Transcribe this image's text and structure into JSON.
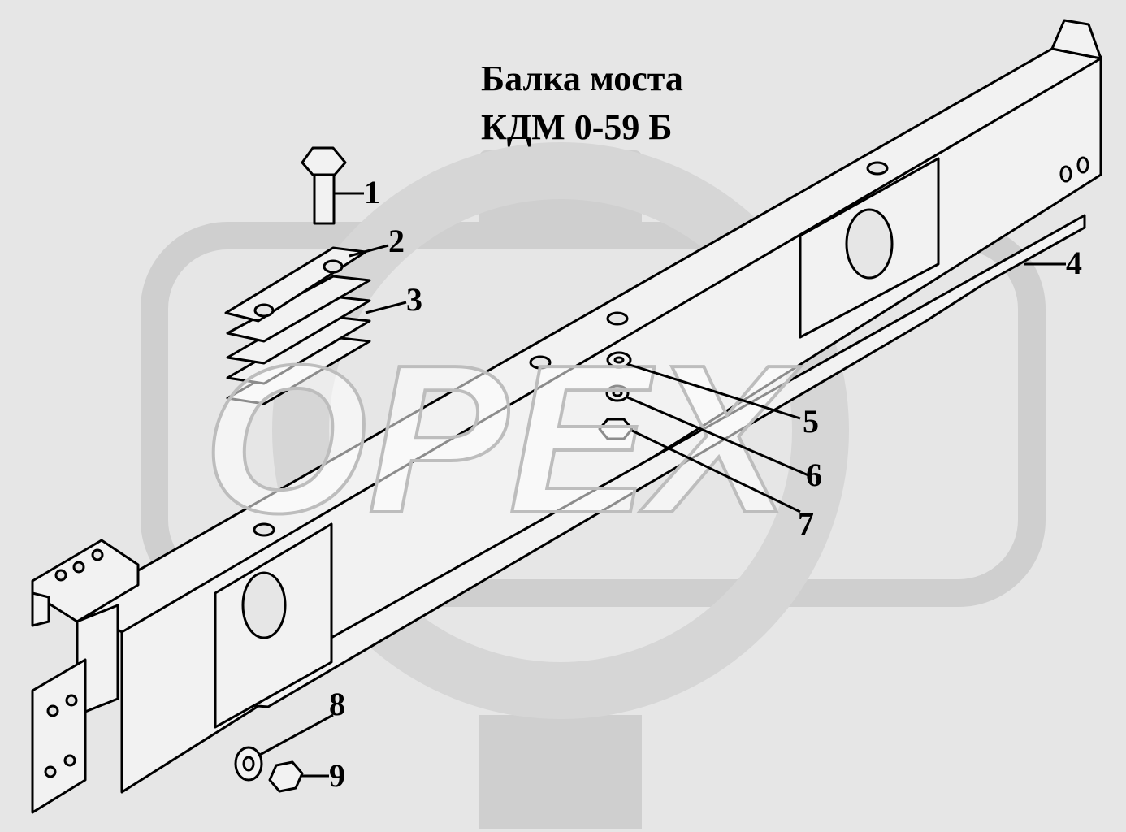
{
  "title": {
    "line1": "Балка моста",
    "line2": "КДМ 0-59 Б"
  },
  "watermark": {
    "text": "ОРЕХ"
  },
  "callouts": [
    "1",
    "2",
    "3",
    "4",
    "5",
    "6",
    "7",
    "8",
    "9"
  ],
  "colors": {
    "background": "#e6e6e6",
    "watermark": "#cfcfcf",
    "line": "#000000"
  }
}
